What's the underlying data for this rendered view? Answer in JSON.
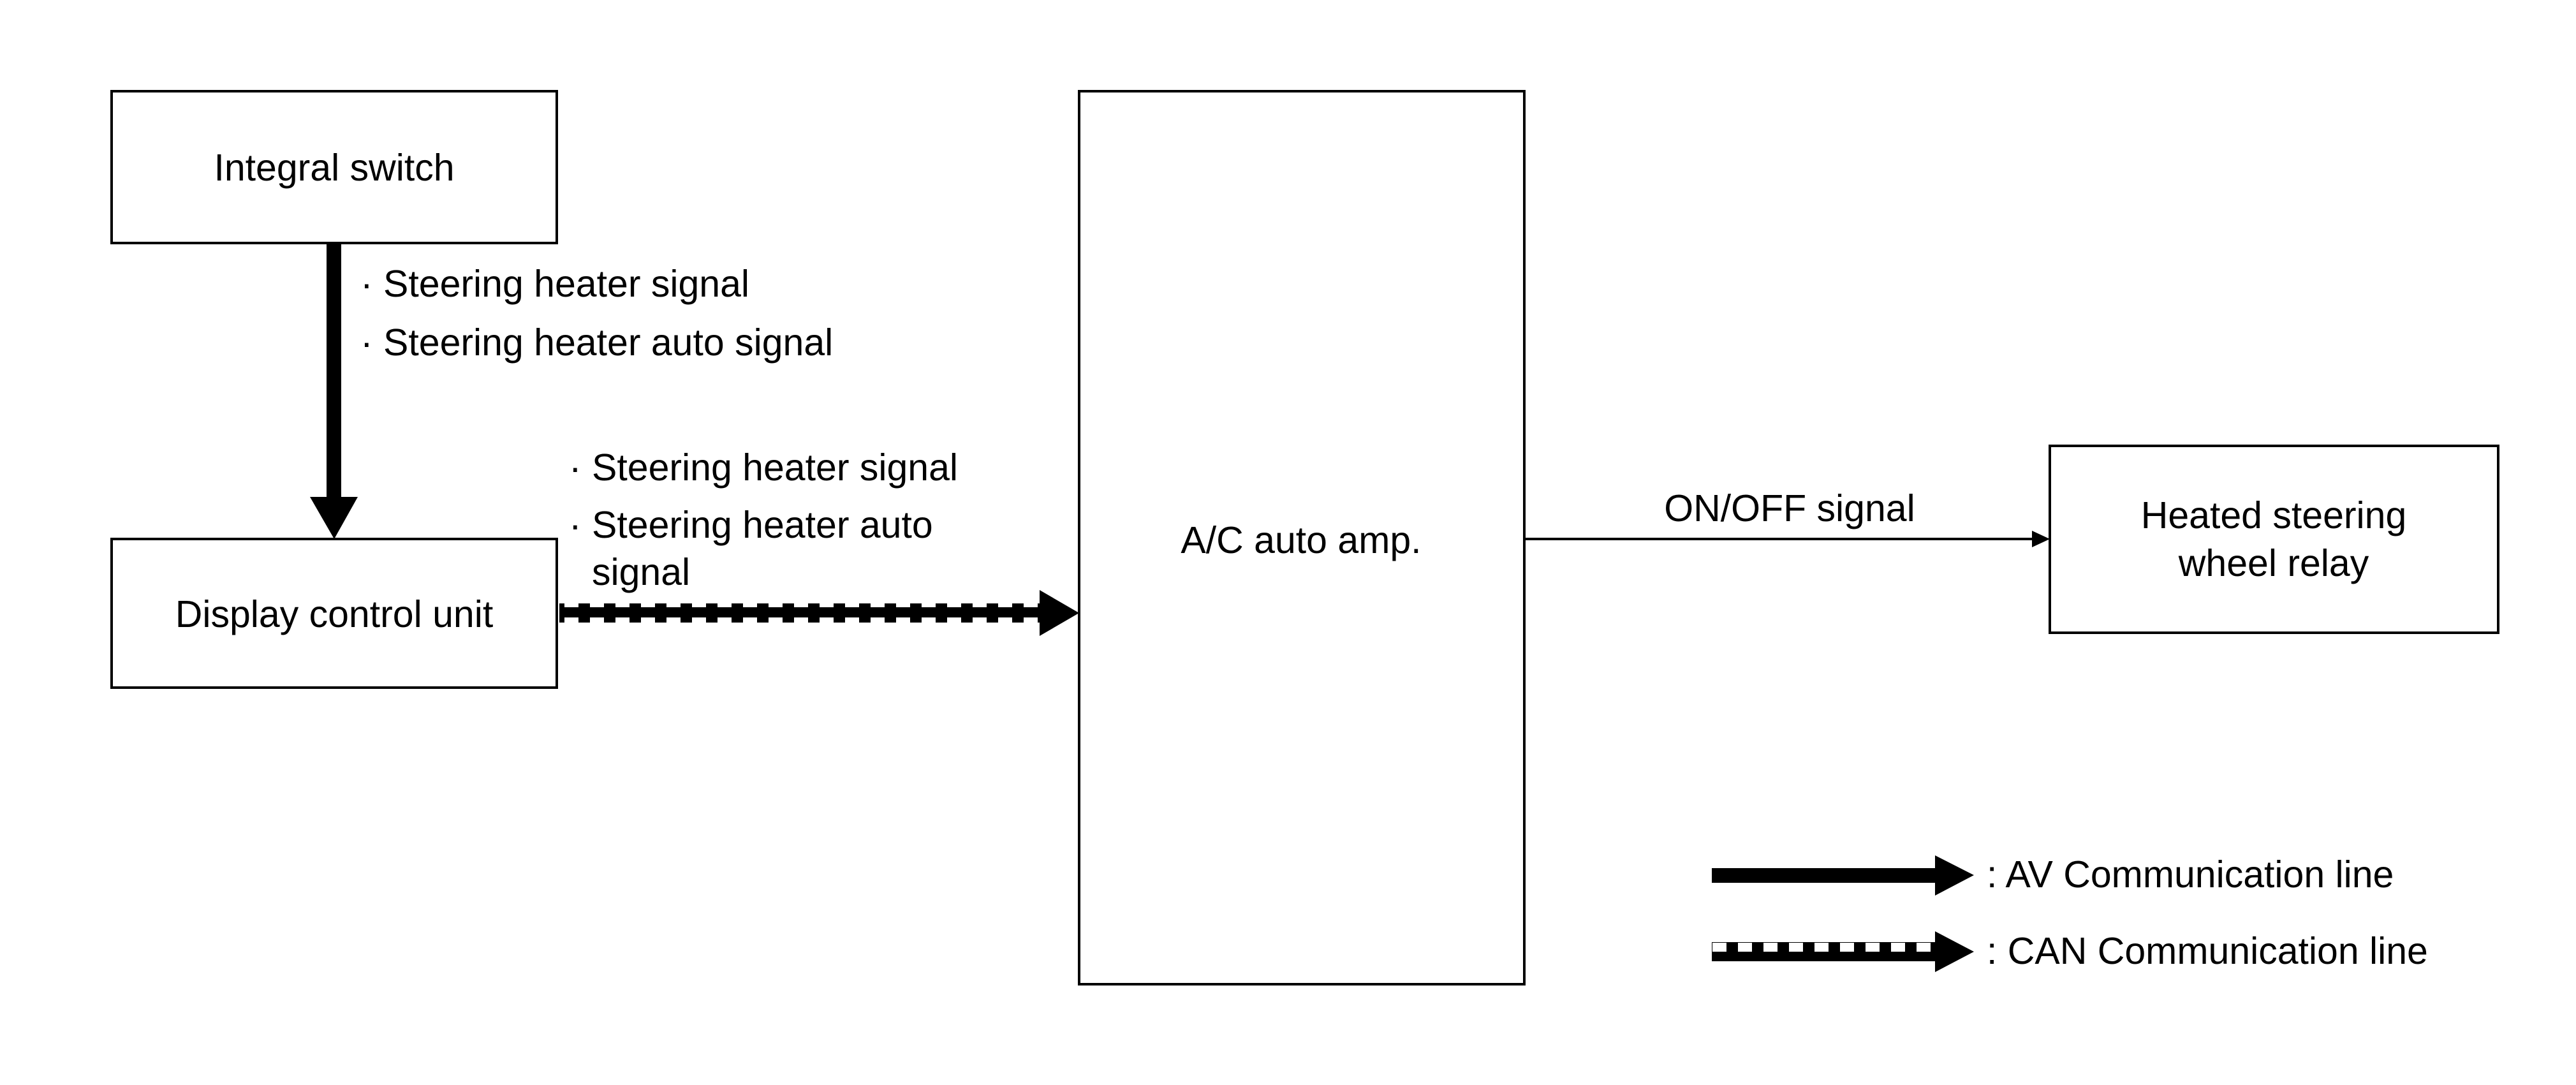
{
  "blocks": {
    "integral_switch": "Integral switch",
    "display_control_unit": "Display control unit",
    "ac_auto_amp": "A/C auto amp.",
    "heated_steering_relay_line1": "Heated steering",
    "heated_steering_relay_line2": "wheel relay"
  },
  "signals": {
    "switch_to_dcu": {
      "line1": "· Steering heater signal",
      "line2": "· Steering heater auto signal"
    },
    "dcu_to_amp": {
      "line1": "· Steering heater signal",
      "line2": "· Steering heater auto",
      "line3": "signal"
    },
    "amp_to_relay": "ON/OFF signal"
  },
  "legend": {
    "av_line": ": AV Communication line",
    "can_line": ": CAN Communication line"
  }
}
